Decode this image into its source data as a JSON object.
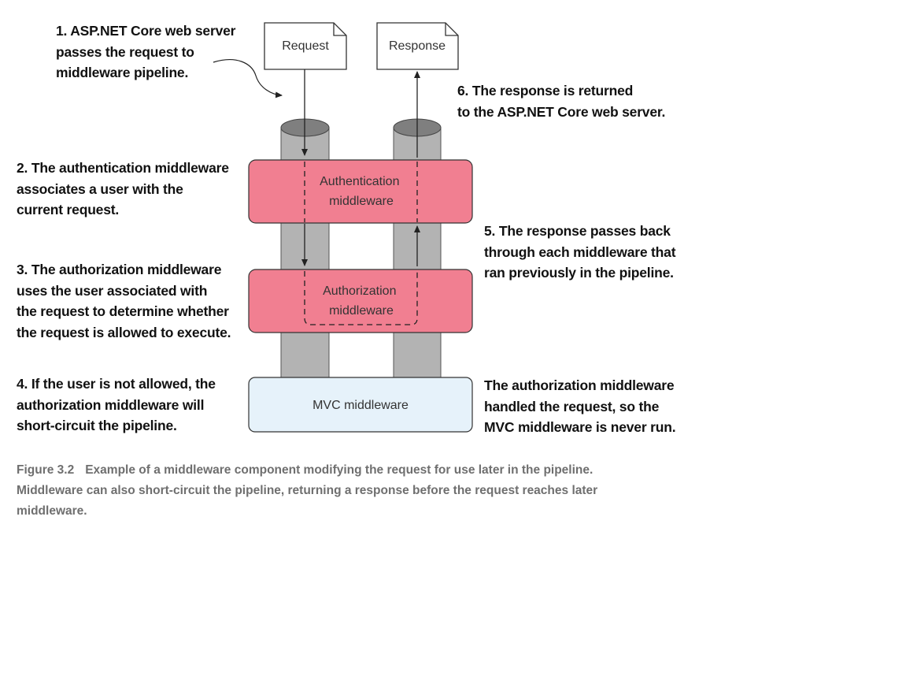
{
  "documents": {
    "request": "Request",
    "response": "Response"
  },
  "middleware": {
    "authentication": [
      "Authentication",
      "middleware"
    ],
    "authorization": [
      "Authorization",
      "middleware"
    ],
    "mvc": "MVC middleware"
  },
  "notes": {
    "step1": [
      "1. ASP.NET Core web server",
      "passes the request to",
      "middleware pipeline."
    ],
    "step2": [
      "2. The authentication middleware",
      "associates a user with the",
      "current request."
    ],
    "step3": [
      "3. The authorization middleware",
      "uses the user associated with",
      "the request to determine whether",
      "the request is allowed to execute."
    ],
    "step4": [
      "4. If the user is not allowed, the",
      "authorization middleware will",
      "short-circuit the pipeline."
    ],
    "step5": [
      "5. The response passes back",
      "through each middleware that",
      "ran previously in the pipeline."
    ],
    "step6": [
      "6. The response is returned",
      "to the ASP.NET Core web server."
    ],
    "mvc_note": [
      "The authorization middleware",
      "handled the request, so the",
      "MVC middleware is never run."
    ]
  },
  "caption": {
    "label": "Figure 3.2",
    "lines": [
      "Example of a middleware component modifying the request for use later in the pipeline.",
      "Middleware can also short-circuit the pipeline, returning a response before the request reaches later",
      "middleware."
    ]
  },
  "colors": {
    "middleware_fill": "#f17f91",
    "mvc_fill": "#e6f2fa",
    "pipe_fill": "#b3b3b3",
    "pipe_top": "#7f7f7f",
    "caption_text": "#6f6f6f"
  }
}
